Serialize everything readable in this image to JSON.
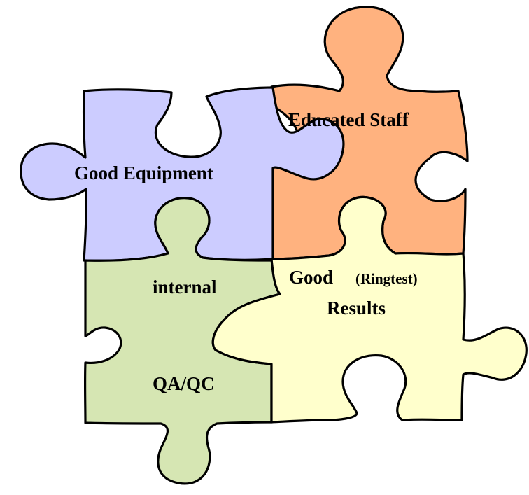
{
  "pieces": [
    {
      "id": "good-equipment",
      "lines": [
        "Good Equipment"
      ],
      "color": "#ccccff"
    },
    {
      "id": "educated-staff",
      "lines": [
        "Educated Staff"
      ],
      "color": "#ffb27f"
    },
    {
      "id": "internal-qa-qc",
      "lines": [
        "internal",
        "QA/QC"
      ],
      "color": "#d6e6b3"
    },
    {
      "id": "good-ringtest-results",
      "lines": [
        "Good",
        "(Ringtest)",
        "Results"
      ],
      "color": "#ffffcc"
    }
  ],
  "outline_color": "#000000"
}
